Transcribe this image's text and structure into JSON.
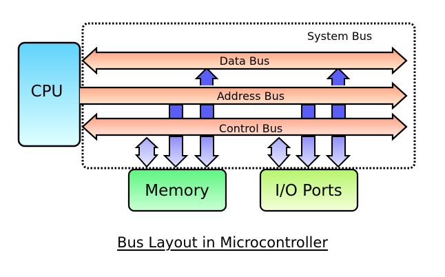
{
  "diagram": {
    "caption": "Bus Layout in Microcontroller",
    "system_bus_label": "System Bus",
    "cpu_label": "CPU",
    "memory_label": "Memory",
    "io_label": "I/O Ports",
    "buses": [
      {
        "id": "data",
        "label": "Data Bus",
        "direction": "bidirectional"
      },
      {
        "id": "address",
        "label": "Address Bus",
        "direction": "cpu-to-right"
      },
      {
        "id": "control",
        "label": "Control Bus",
        "direction": "bidirectional"
      }
    ],
    "connections": [
      {
        "from": "control-bus",
        "to": "memory",
        "type": "bidirectional"
      },
      {
        "from": "address-bus",
        "to": "memory",
        "type": "down"
      },
      {
        "from": "memory",
        "to": "data-bus",
        "type": "up-and-down"
      },
      {
        "from": "control-bus",
        "to": "io-ports",
        "type": "bidirectional"
      },
      {
        "from": "address-bus",
        "to": "io-ports",
        "type": "down"
      },
      {
        "from": "io-ports",
        "to": "data-bus",
        "type": "up-and-down"
      }
    ],
    "colors": {
      "bus_top": "#ff9a78",
      "bus_bottom": "#fff3dc",
      "cpu_top": "#5fd3fb",
      "cpu_bottom": "#e0ffff",
      "memory_top": "#5df57f",
      "memory_bottom": "#c8ffd4",
      "io_top": "#b6f56b",
      "io_bottom": "#f4ffd8",
      "link_dark": "#5a5ef5",
      "link_light": "#dcdcff"
    }
  }
}
